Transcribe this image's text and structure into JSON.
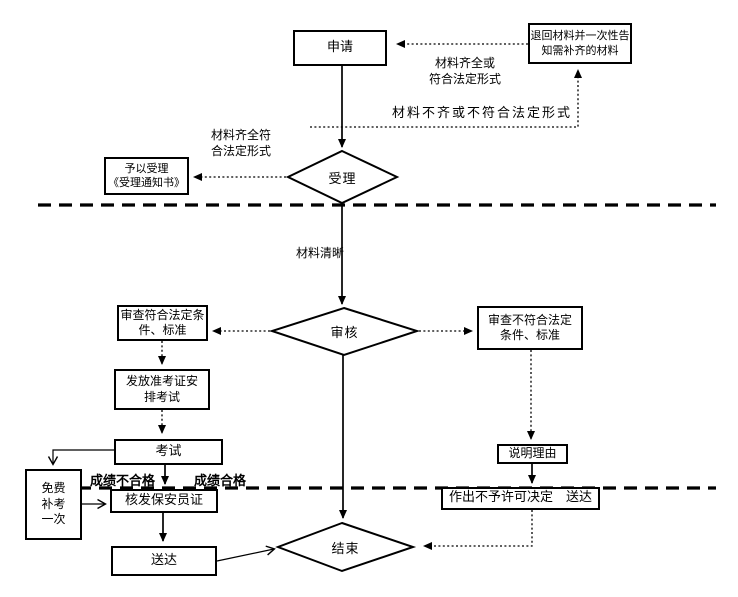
{
  "colors": {
    "line": "#000000",
    "background": "#ffffff"
  },
  "nodes": {
    "apply": {
      "label": "申请"
    },
    "return_materials": {
      "label": "退回材料并一次性告\n知需补齐的材料"
    },
    "accept": {
      "label": "受理"
    },
    "grant_accept": {
      "label": "予以受理\n《受理通知书》"
    },
    "review": {
      "label": "审核"
    },
    "meets_conditions": {
      "label": "审查符合法定条\n件、标准"
    },
    "issue_admission": {
      "label": "发放准考证安\n排考试"
    },
    "exam": {
      "label": "考试"
    },
    "free_retake": {
      "label": "免费\n补考\n一次"
    },
    "issue_certificate": {
      "label": "核发保安员证"
    },
    "deliver": {
      "label": "送达"
    },
    "not_meet_conditions": {
      "label": "审查不符合法定\n条件、标准"
    },
    "explain_reasons": {
      "label": "说明理由"
    },
    "deny_decision": {
      "label": "作出不予许可决定　送达"
    },
    "end": {
      "label": "结束"
    }
  },
  "edge_labels": {
    "complete_or_legal": "材料齐全或\n符合法定形式",
    "incomplete_or_illegal": "材料不齐或不符合法定形式",
    "complete_legal_form": "材料齐全符\n合法定形式",
    "materials_clear": "材料清晰",
    "fail": "成绩不合格",
    "pass": "成绩合格"
  }
}
